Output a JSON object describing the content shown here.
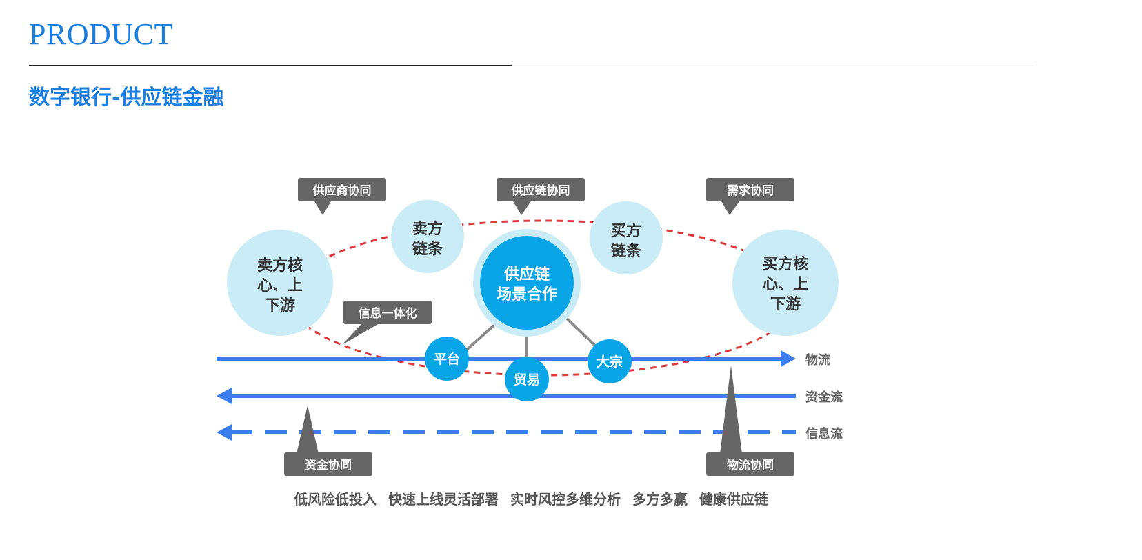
{
  "header": {
    "title": "PRODUCT",
    "subtitle": "数字银行-供应链金融"
  },
  "diagram": {
    "center_lines": [
      "供应链",
      "场景合作"
    ],
    "left_core_lines": [
      "卖方核",
      "心、上",
      "下游"
    ],
    "right_core_lines": [
      "买方核",
      "心、上",
      "下游"
    ],
    "seller_chain_lines": [
      "卖方",
      "链条"
    ],
    "buyer_chain_lines": [
      "买方",
      "链条"
    ],
    "platform": "平台",
    "trade": "贸易",
    "bulk": "大宗",
    "callouts": {
      "supplier_collab": "供应商协同",
      "supply_chain_collab": "供应链协同",
      "demand_collab": "需求协同",
      "info_integration": "信息一体化",
      "fund_collab": "资金协同",
      "logistics_collab": "物流协同"
    },
    "flows": {
      "logistics": "物流",
      "funds": "资金流",
      "information": "信息流"
    },
    "colors": {
      "heading_blue": "#1a7fe0",
      "circle_light": "#c9ecf6",
      "circle_dark": "#0aa5e6",
      "flow_blue": "#3b7ded",
      "dashed_red": "#e03b3b",
      "callout_gray": "#666666"
    }
  },
  "caption": "低风险低投入  快速上线灵活部署  实时风控多维分析  多方多赢  健康供应链"
}
